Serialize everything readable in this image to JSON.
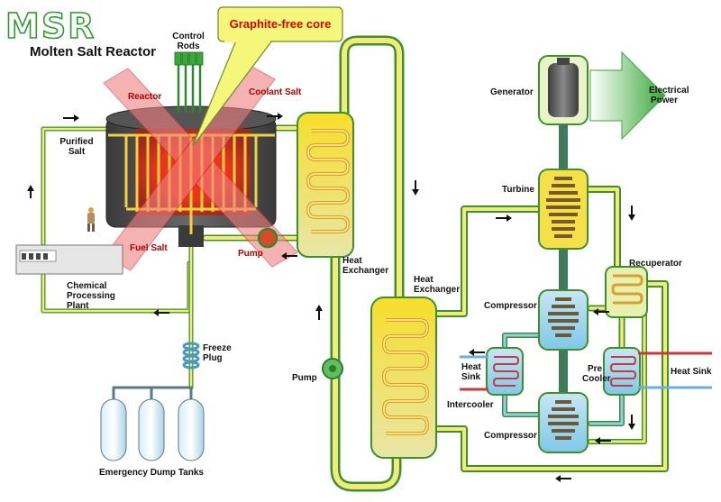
{
  "logo": {
    "abbrev": "MSR",
    "subtitle": "Molten Salt Reactor"
  },
  "callout": {
    "text": "Graphite-free core"
  },
  "labels": {
    "control_rods_1": "Control",
    "control_rods_2": "Rods",
    "reactor": "Reactor",
    "coolant_salt": "Coolant Salt",
    "purified_salt_1": "Purified",
    "purified_salt_2": "Salt",
    "fuel_salt": "Fuel Salt",
    "pump_primary": "Pump",
    "chemical_1": "Chemical",
    "chemical_2": "Processing",
    "chemical_3": "Plant",
    "freeze_plug_1": "Freeze",
    "freeze_plug_2": "Plug",
    "dump_tanks": "Emergency Dump Tanks",
    "hx1_1": "Heat",
    "hx1_2": "Exchanger",
    "hx2_1": "Heat",
    "hx2_2": "Exchanger",
    "pump_secondary": "Pump",
    "generator": "Generator",
    "electrical_1": "Electrical",
    "electrical_2": "Power",
    "turbine": "Turbine",
    "recuperator": "Recuperator",
    "compressor_top": "Compressor",
    "heat_sink_left_1": "Heat",
    "heat_sink_left_2": "Sink",
    "pre_cooler_1": "Pre",
    "pre_cooler_2": "Cooler",
    "heat_sink_right": "Heat Sink",
    "intercooler": "Intercooler",
    "compressor_bottom": "Compressor"
  },
  "colors": {
    "pipe_yellow": "#f2ea7a",
    "pipe_outline": "#3f8f2a",
    "reactor_vessel": "#4a4a4a",
    "core_red": "#e8361e",
    "cross_red": "#f08080",
    "heat_exchanger": "#f6e04a",
    "cold_blue": "#7fc8e8",
    "arrow_green": "#5fbf5f"
  },
  "icons": {
    "person": "person-icon",
    "electrical_arrow": "big-arrow-icon"
  }
}
